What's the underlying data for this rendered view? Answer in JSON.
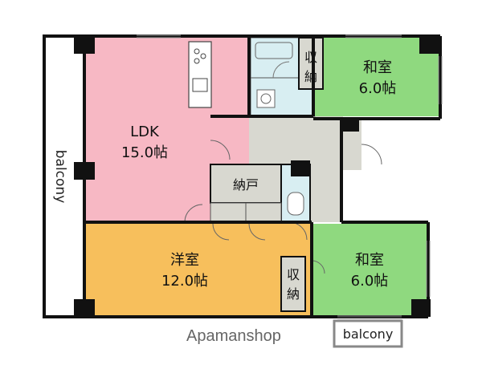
{
  "rooms": {
    "ldk": {
      "name": "LDK",
      "size": "15.0帖",
      "color": "#f7b8c4"
    },
    "western": {
      "name": "洋室",
      "size": "12.0帖",
      "color": "#f7bf5c"
    },
    "japanese_top": {
      "name": "和室",
      "size": "6.0帖",
      "color": "#8fd97f"
    },
    "japanese_bottom": {
      "name": "和室",
      "size": "6.0帖",
      "color": "#8fd97f"
    },
    "storage_top": {
      "chars": [
        "収",
        "納"
      ]
    },
    "storage_bottom": {
      "chars": [
        "収",
        "納"
      ]
    },
    "pantry": {
      "name": "納戸"
    }
  },
  "balcony_left": "balcony",
  "balcony_bottom": "balcony",
  "brand": "Apamanshop",
  "colors": {
    "wall": "#111111",
    "corridor": "#d8d8d0",
    "wet_area": "#d8eef2",
    "balcony_fill": "#ffffff"
  }
}
